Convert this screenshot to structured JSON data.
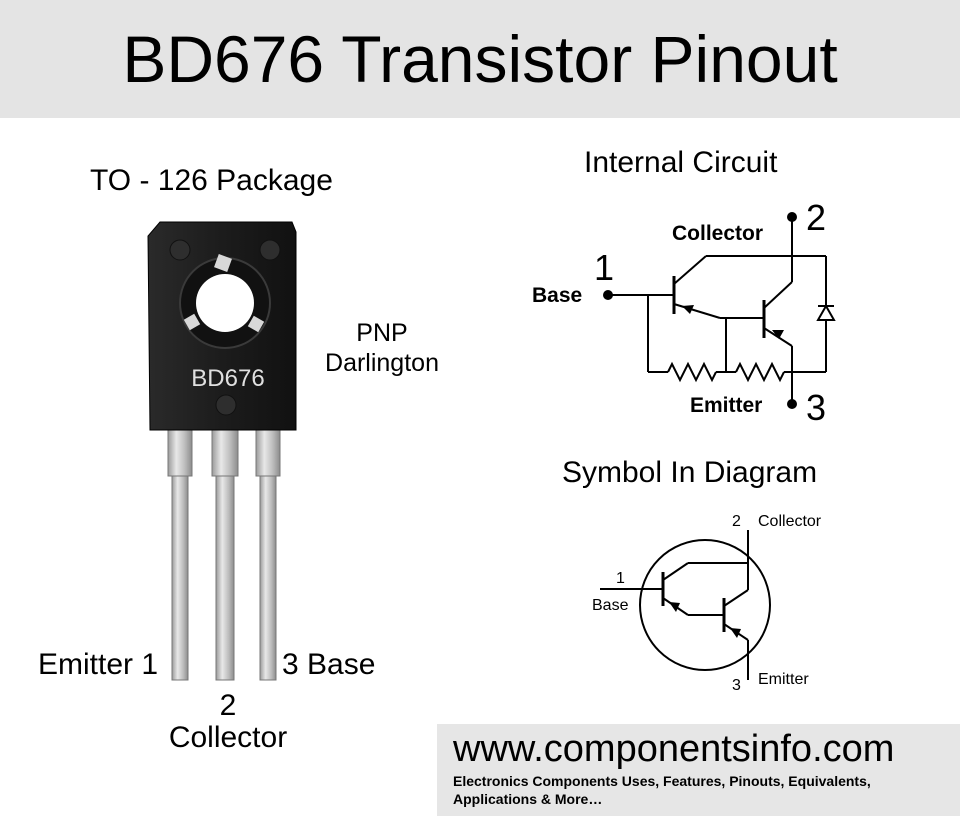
{
  "title": "BD676 Transistor Pinout",
  "package": {
    "label": "TO - 126 Package",
    "marking": "BD676",
    "type_line1": "PNP",
    "type_line2": "Darlington",
    "pins": {
      "emitter": "Emitter 1",
      "base": "3 Base",
      "collector_num": "2",
      "collector_name": "Collector"
    }
  },
  "internal_circuit": {
    "title": "Internal Circuit",
    "collector_label": "Collector",
    "collector_num": "2",
    "base_label": "Base",
    "base_num": "1",
    "emitter_label": "Emitter",
    "emitter_num": "3"
  },
  "symbol": {
    "title": "Symbol In Diagram",
    "collector_num": "2",
    "collector_label": "Collector",
    "base_num": "1",
    "base_label": "Base",
    "emitter_num": "3",
    "emitter_label": "Emitter"
  },
  "footer": {
    "site": "www.componentsinfo.com",
    "tagline": "Electronics Components Uses, Features, Pinouts, Equivalents, Applications & More…"
  },
  "colors": {
    "header_bg": "#e4e4e4",
    "footer_bg": "#e6e6e6",
    "package_body": "#1e1e1e",
    "lead_metal": "#c9c9c9"
  }
}
